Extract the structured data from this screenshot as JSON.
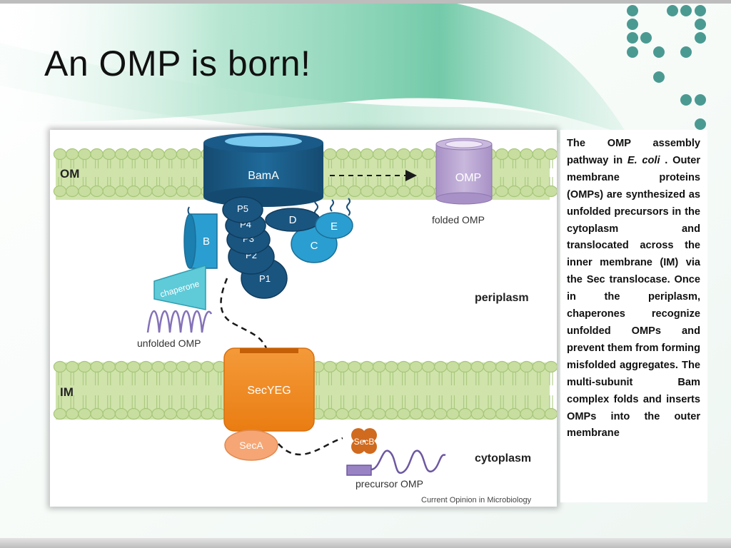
{
  "slide": {
    "title": "An OMP is born!",
    "colors": {
      "teal_dots": "#4a9a92",
      "green_swoosh": "#6cc9a6"
    }
  },
  "figure": {
    "labels": {
      "om": "OM",
      "im": "IM",
      "bama": "BamA",
      "omp": "OMP",
      "folded_omp": "folded OMP",
      "p5": "P5",
      "p4": "P4",
      "p3": "P3",
      "p2": "P2",
      "p1": "P1",
      "b": "B",
      "c": "C",
      "d": "D",
      "e": "E",
      "chaperone": "chaperone",
      "unfolded_omp": "unfolded OMP",
      "periplasm": "periplasm",
      "secyeg": "SecYEG",
      "seca": "SecA",
      "secb": "SecB",
      "cytoplasm": "cytoplasm",
      "precursor_omp": "precursor OMP",
      "credit": "Current Opinion in Microbiology"
    },
    "colors": {
      "membrane_bead": "#c8dea0",
      "membrane_tail": "#a6c679",
      "bam_dark": "#1a5580",
      "bam_light": "#2a9ed0",
      "omp_purple": "#b9a4cf",
      "chaperone": "#5fcad8",
      "secyeg_orange": "#f08a23",
      "seca_peach": "#f6a674",
      "secb_rust": "#d06a1e",
      "precursor_purple": "#9a83c4"
    }
  },
  "caption": {
    "pre": "The OMP assembly pathway in ",
    "species": "E. coli",
    "post": " . Outer membrane proteins (OMPs) are synthesized as unfolded precursors in the cytoplasm and translocated across the inner membrane (IM) via the Sec translocase. Once in the periplasm, chaperones recognize unfolded OMPs and prevent them from forming misfolded aggregates. The multi-subunit Bam complex folds and inserts OMPs into the outer membrane"
  }
}
